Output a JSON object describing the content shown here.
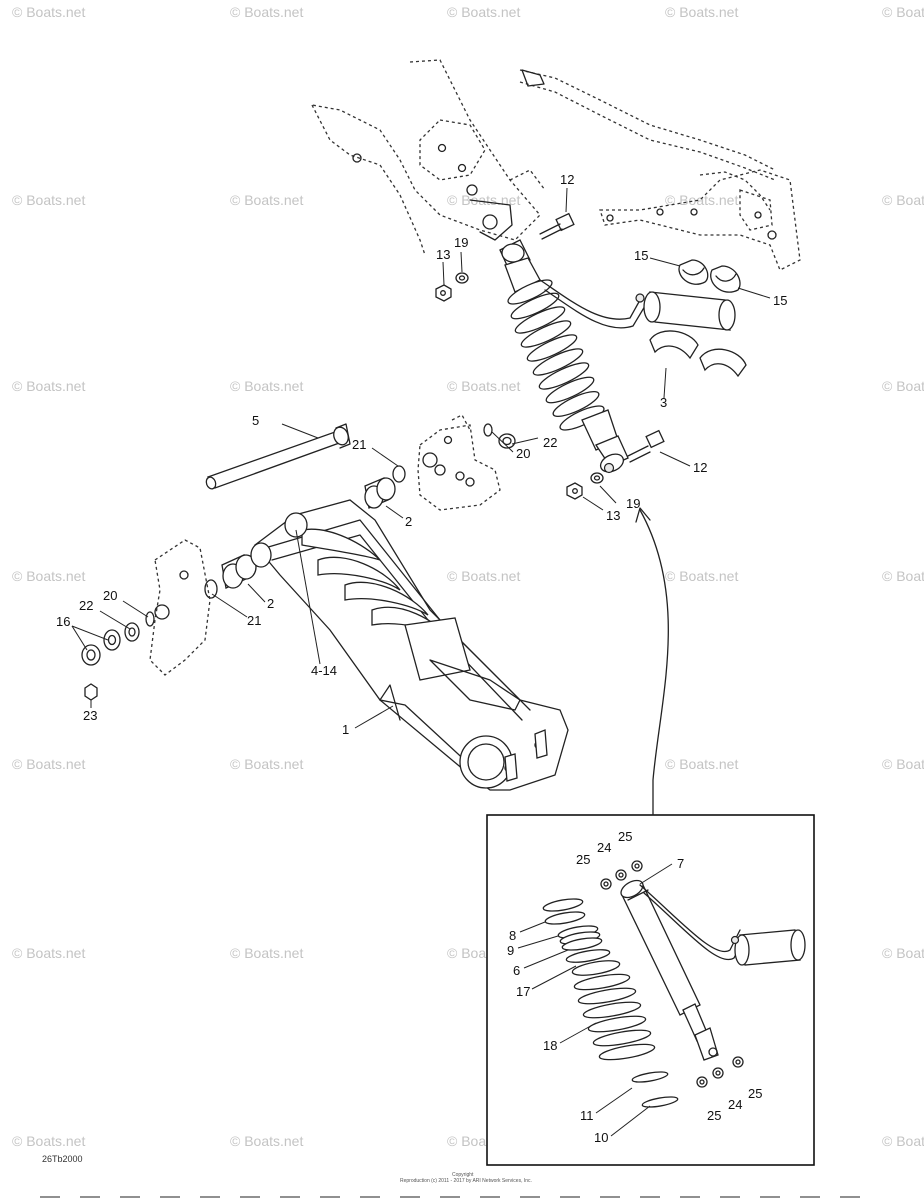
{
  "watermark": "© Boats.net",
  "diagram_code": "26Tb2000",
  "footer": {
    "line1": "Copyright",
    "line2": "Reproduction (c) 2011 - 2017 by ARI Network Services, Inc."
  },
  "callouts": {
    "c1": "1",
    "c2a": "2",
    "c2b": "2",
    "c3": "3",
    "c4_14": "4-14",
    "c5": "5",
    "c6": "6",
    "c7": "7",
    "c8": "8",
    "c9": "9",
    "c10": "10",
    "c11": "11",
    "c12a": "12",
    "c12b": "12",
    "c13a": "13",
    "c13b": "13",
    "c15a": "15",
    "c15b": "15",
    "c16": "16",
    "c17": "17",
    "c18": "18",
    "c19a": "19",
    "c19b": "19",
    "c20a": "20",
    "c20b": "20",
    "c21a": "21",
    "c21b": "21",
    "c22a": "22",
    "c22b": "22",
    "c23": "23",
    "c24a": "24",
    "c24b": "24",
    "c25a": "25",
    "c25b": "25",
    "c25c": "25"
  }
}
